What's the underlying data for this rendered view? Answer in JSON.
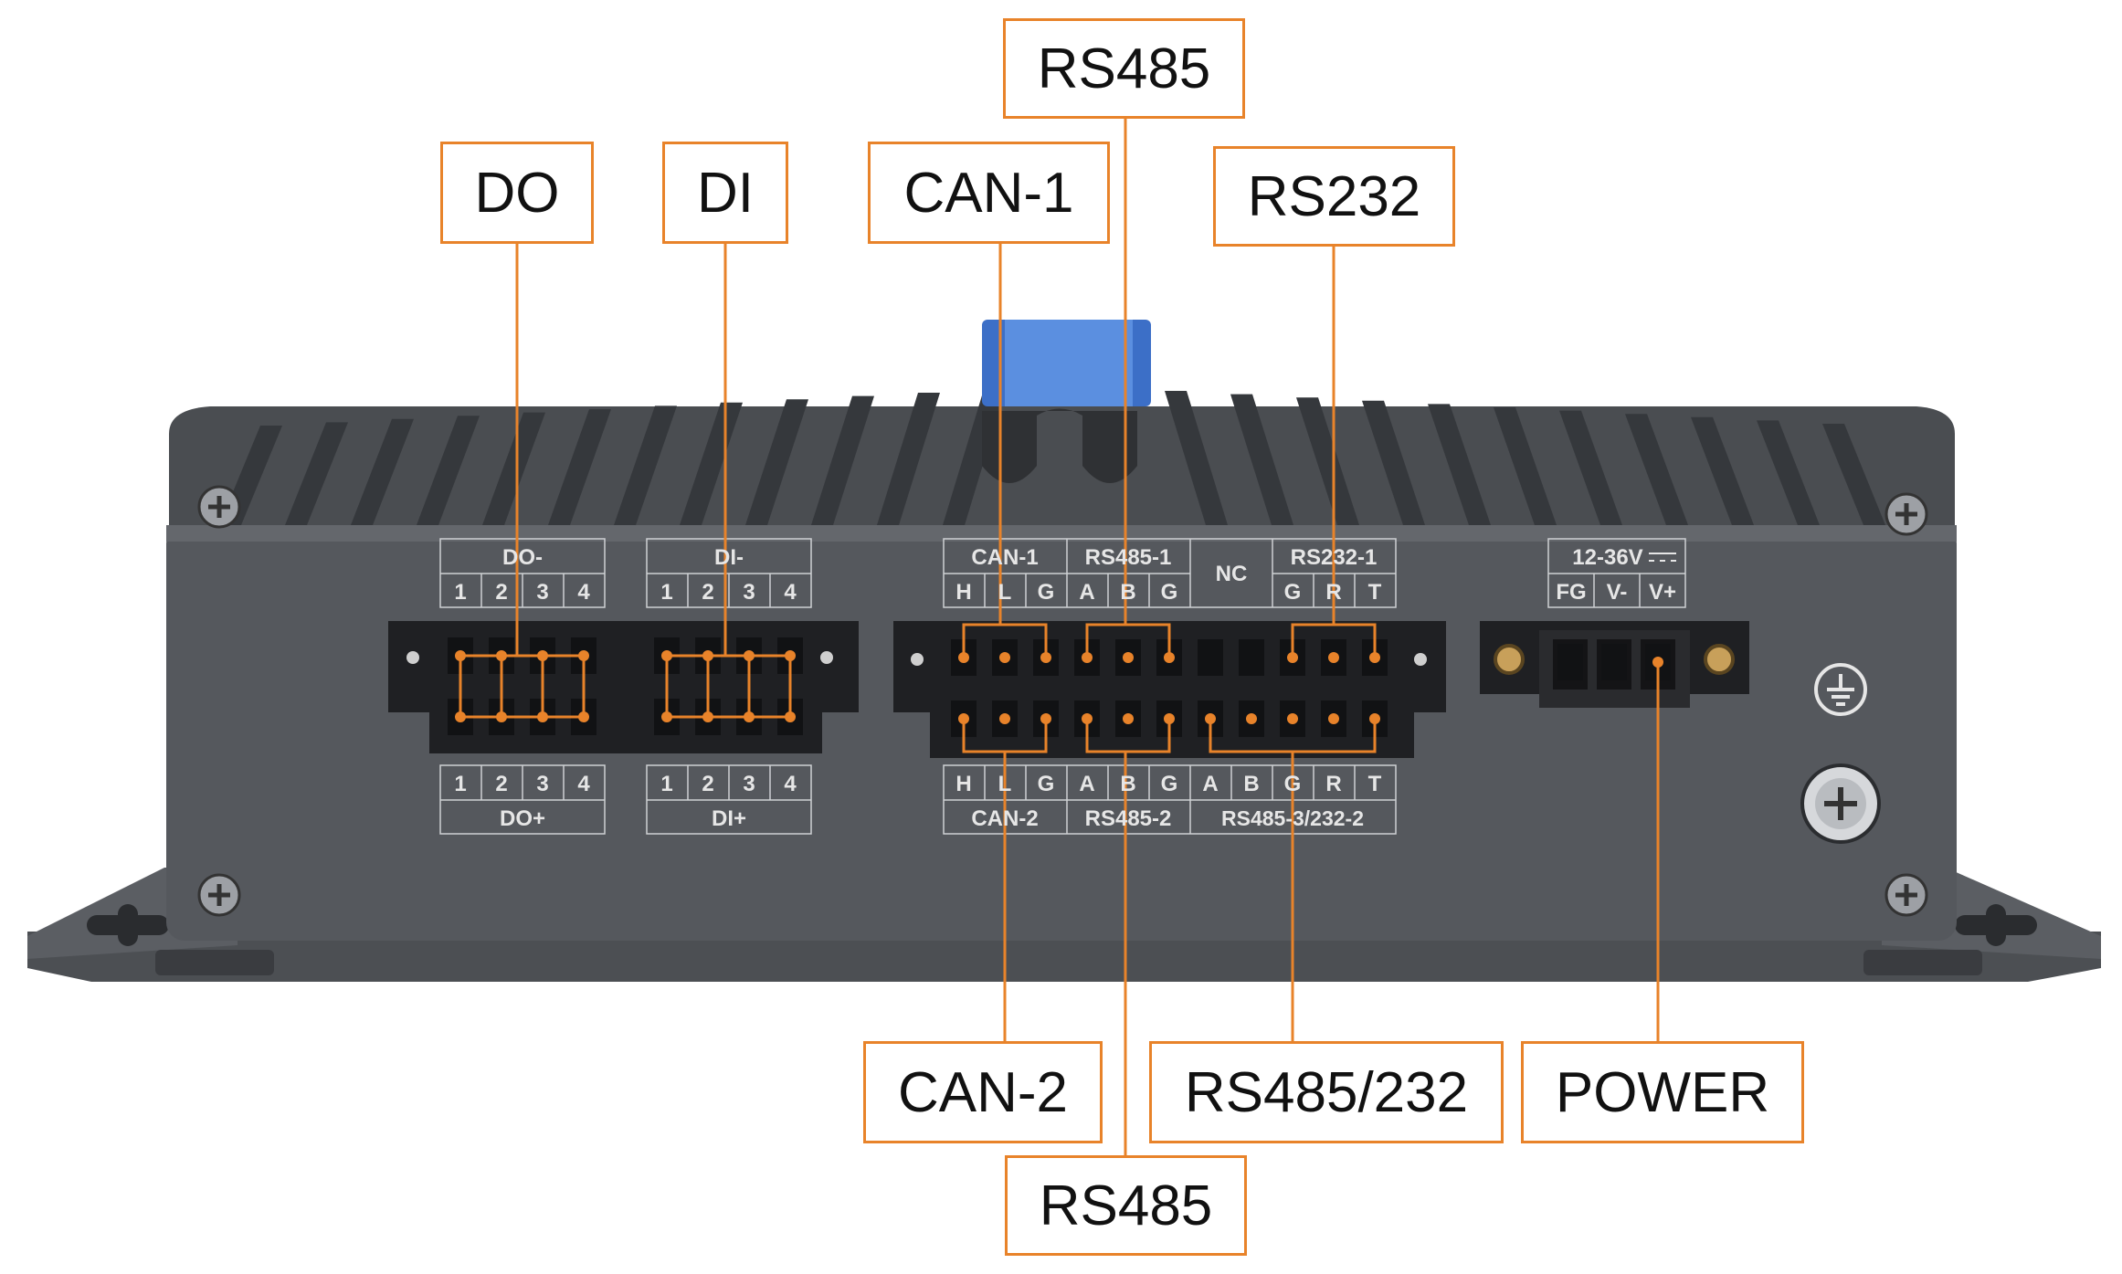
{
  "colors": {
    "accent": "#e8832a",
    "chassis": "#55585d",
    "fins": "#3f4246",
    "connector": "#1f2023",
    "silkscreen": "#e6e6e6",
    "sticker": "#3c6fc7"
  },
  "callouts": {
    "do": "DO",
    "di": "DI",
    "can1": "CAN-1",
    "rs485_top": "RS485",
    "rs232": "RS232",
    "can2": "CAN-2",
    "rs485_bottom": "RS485",
    "rs485_232": "RS485/232",
    "power": "POWER"
  },
  "silkscreen": {
    "do_minus": "DO-",
    "do_plus": "DO+",
    "di_minus": "DI-",
    "di_plus": "DI+",
    "do_pins_top": [
      "1",
      "2",
      "3",
      "4"
    ],
    "do_pins_bottom": [
      "1",
      "2",
      "3",
      "4"
    ],
    "di_pins_top": [
      "1",
      "2",
      "3",
      "4"
    ],
    "di_pins_bottom": [
      "1",
      "2",
      "3",
      "4"
    ],
    "can1": "CAN-1",
    "rs485_1": "RS485-1",
    "nc": "NC",
    "rs232_1": "RS232-1",
    "top_signals": [
      "H",
      "L",
      "G",
      "A",
      "B",
      "G",
      "G",
      "R",
      "T"
    ],
    "bottom_signals": [
      "H",
      "L",
      "G",
      "A",
      "B",
      "G",
      "A",
      "B",
      "G",
      "R",
      "T"
    ],
    "can2": "CAN-2",
    "rs485_2": "RS485-2",
    "rs485_3_232_2": "RS485-3/232-2",
    "power_range": "12-36V",
    "power_pins": [
      "FG",
      "V-",
      "V+"
    ]
  }
}
